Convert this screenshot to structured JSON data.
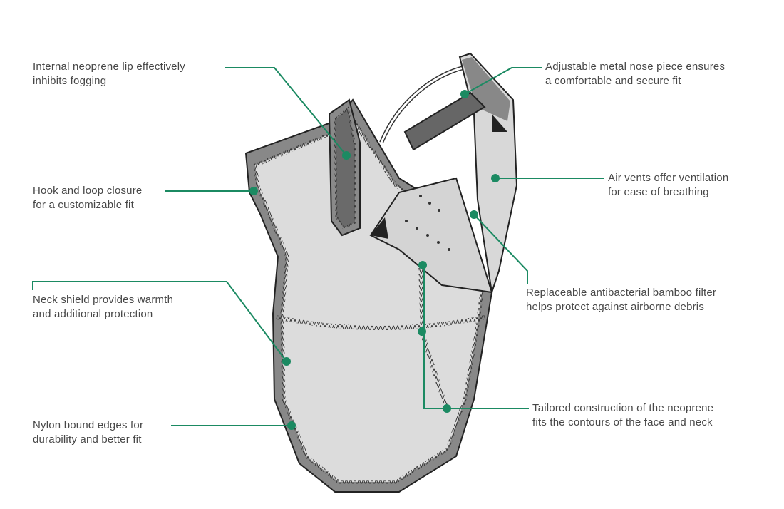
{
  "accent_color": "#1b8a62",
  "callouts": [
    {
      "id": "lip",
      "line1": "Internal neoprene lip effectively",
      "line2": "inhibits fogging"
    },
    {
      "id": "hook",
      "line1": "Hook and loop closure",
      "line2": "for a customizable fit"
    },
    {
      "id": "neck",
      "line1": "Neck shield provides warmth",
      "line2": "and additional protection"
    },
    {
      "id": "nylon",
      "line1": "Nylon bound edges for",
      "line2": "durability and better fit"
    },
    {
      "id": "nose",
      "line1": "Adjustable metal nose piece ensures",
      "line2": "a comfortable and secure fit"
    },
    {
      "id": "vents",
      "line1": "Air vents offer ventilation",
      "line2": "for ease of breathing"
    },
    {
      "id": "filter",
      "line1": "Replaceable antibacterial bamboo filter",
      "line2": "helps protect against airborne debris"
    },
    {
      "id": "tailored",
      "line1": "Tailored construction of the neoprene",
      "line2": "fits the contours of the face and neck"
    }
  ]
}
